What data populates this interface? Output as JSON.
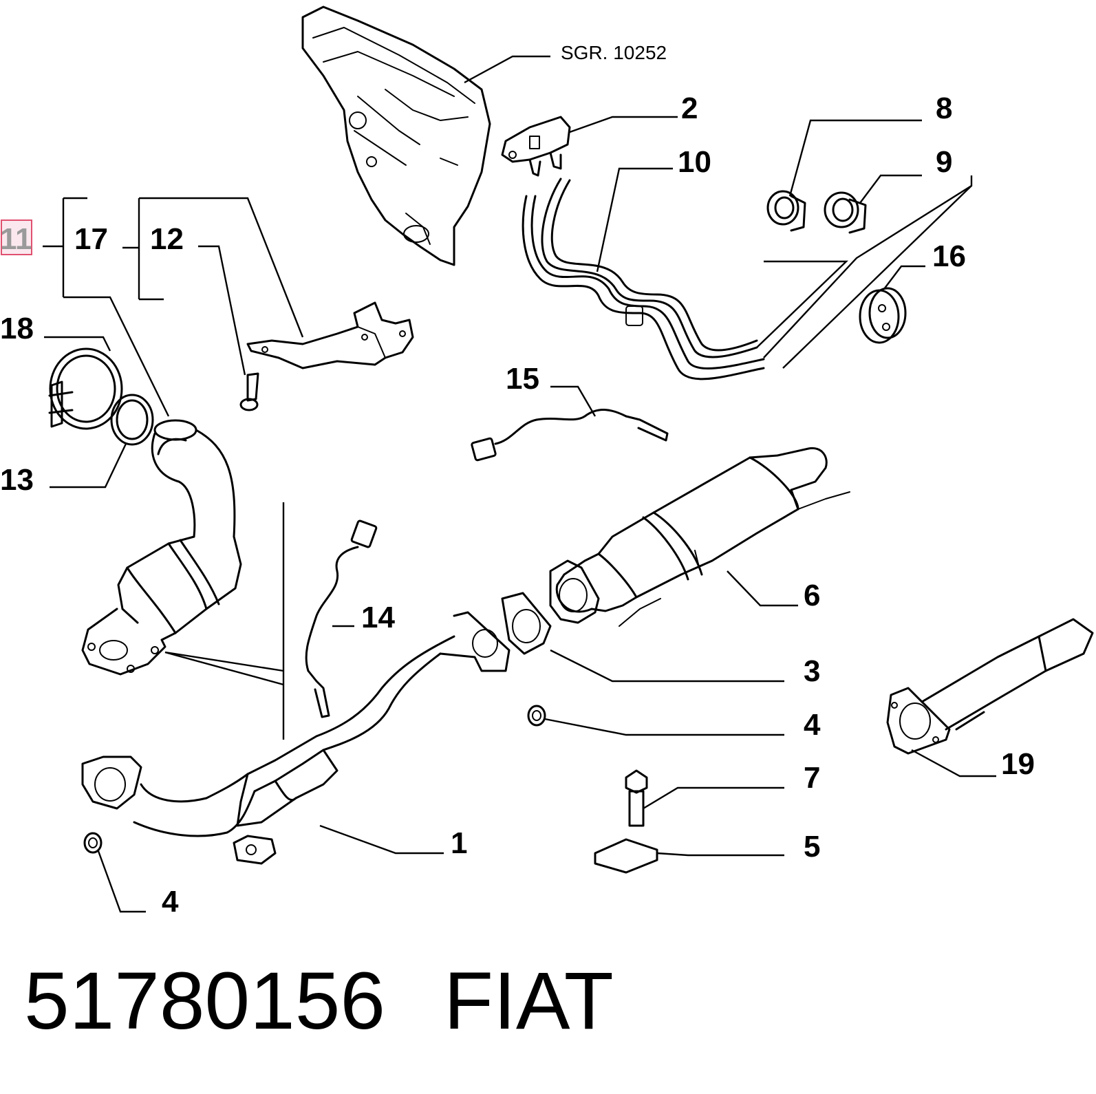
{
  "diagram": {
    "reference": "SGR. 10252",
    "highlighted": "11",
    "callouts": [
      "11",
      "17",
      "12",
      "18",
      "13",
      "2",
      "10",
      "8",
      "9",
      "16",
      "15",
      "14",
      "6",
      "3",
      "4",
      "7",
      "5",
      "1",
      "4",
      "19"
    ],
    "footer": {
      "part_number": "51780156",
      "brand": "FIAT"
    }
  }
}
